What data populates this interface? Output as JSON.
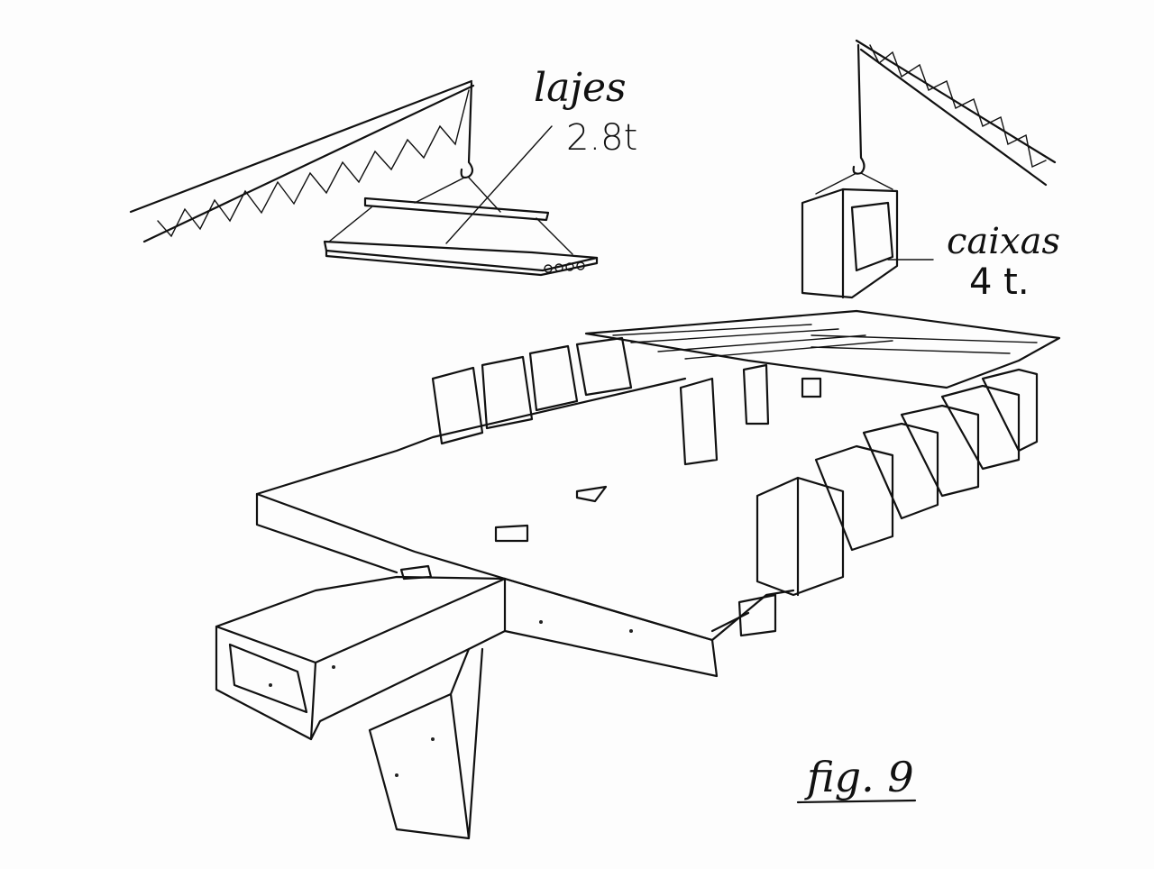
{
  "labels": {
    "slabs": "lajes",
    "slabs_weight": "2.8t",
    "boxes": "caixas",
    "boxes_weight": "4 t.",
    "figure": "fig. 9"
  },
  "colors": {
    "ink": "#111111",
    "paper": "#fdfdfd"
  }
}
